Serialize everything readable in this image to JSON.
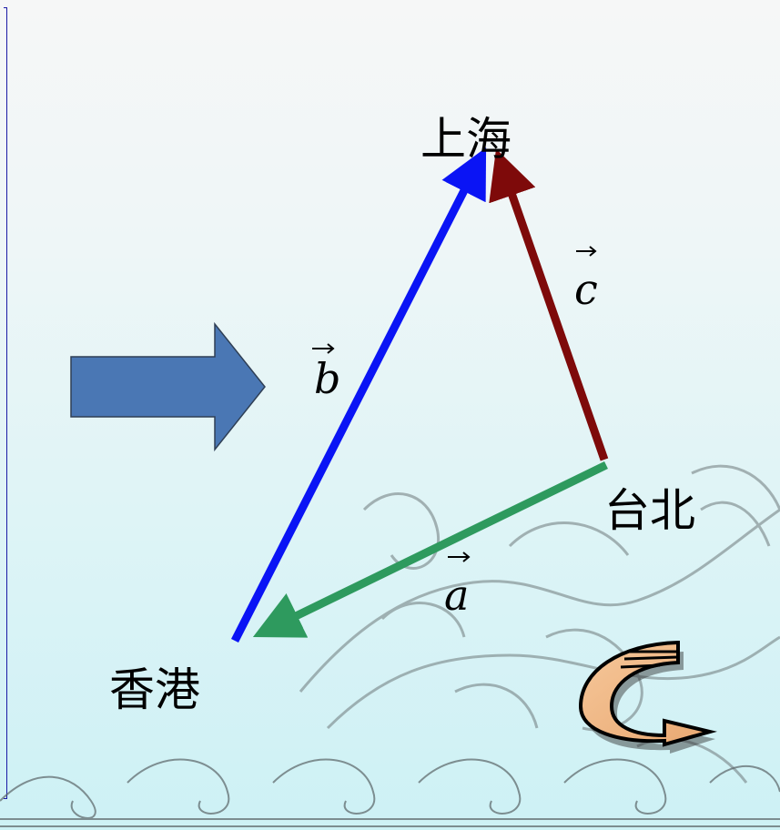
{
  "places": {
    "shanghai": "上海",
    "taipei": "台北",
    "hongkong": "香港"
  },
  "vectors": {
    "a": "a",
    "b": "b",
    "c": "c"
  },
  "colors": {
    "vector_a": "#2e9a5e",
    "vector_b": "#0a14f5",
    "vector_c": "#7e0a0a",
    "big_arrow_fill": "#4a77b4",
    "frame_border": "#1a1aa6"
  },
  "icons": {
    "big_arrow": "right-arrow-icon",
    "return_button": "u-turn-return-icon",
    "background": "dragon-waves-decoration"
  }
}
